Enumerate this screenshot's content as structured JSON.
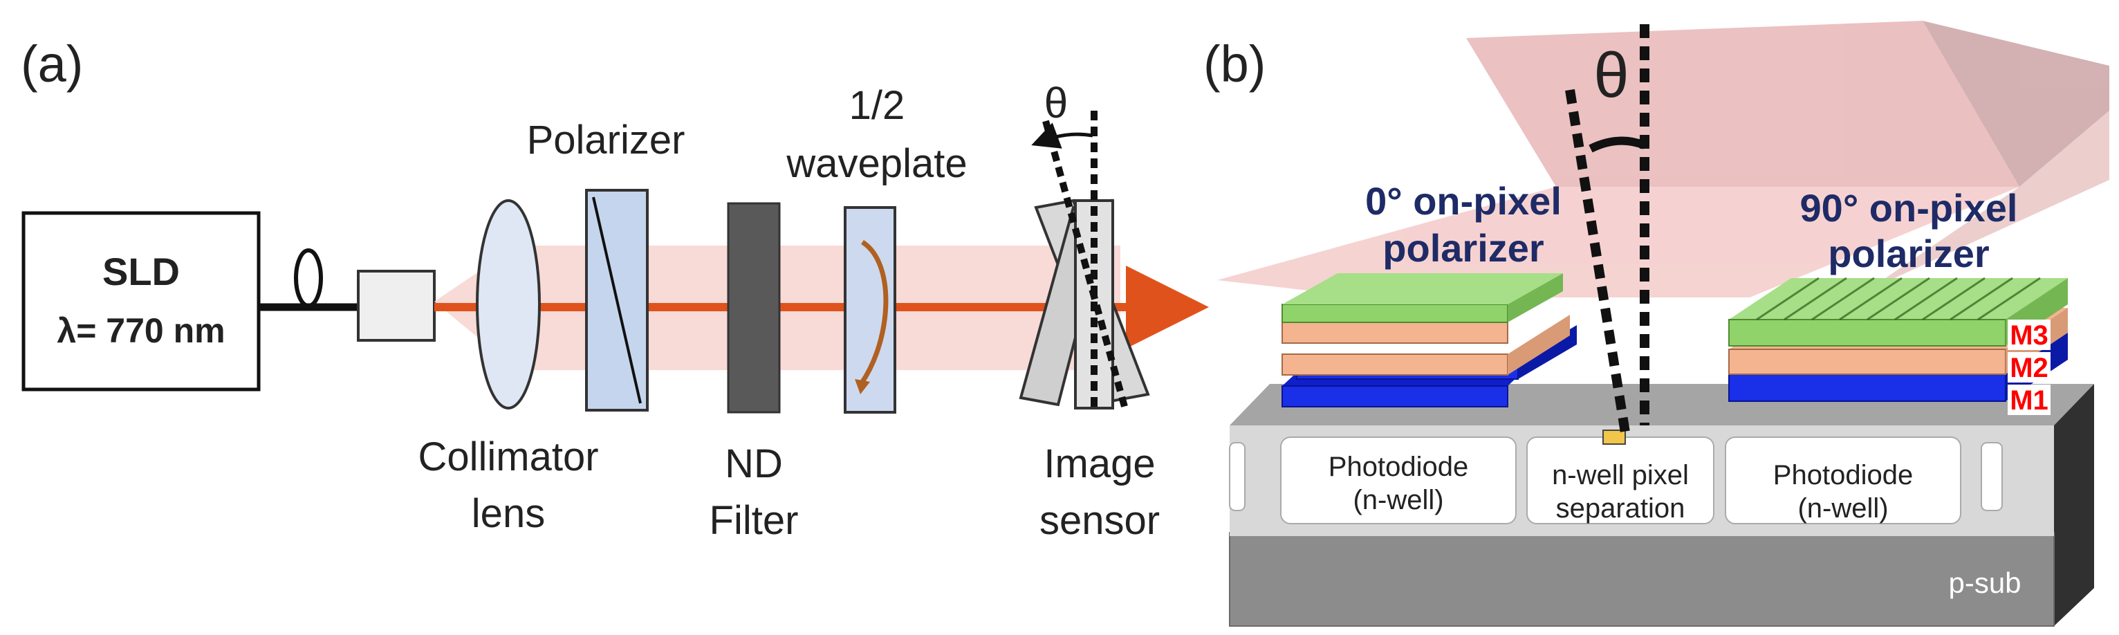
{
  "panel_a": {
    "tag": "(a)",
    "source": {
      "name": "SLD",
      "wavelength": "λ= 770 nm"
    },
    "labels": {
      "polarizer": "Polarizer",
      "waveplate_1": "1/2",
      "waveplate_2": "waveplate",
      "theta": "θ",
      "collimator_1": "Collimator",
      "collimator_2": "lens",
      "nd_1": "ND",
      "nd_2": "Filter",
      "sensor_1": "Image",
      "sensor_2": "sensor"
    }
  },
  "panel_b": {
    "tag": "(b)",
    "theta": "θ",
    "left_polarizer_1": "0°  on-pixel",
    "left_polarizer_2": "polarizer",
    "right_polarizer_1": "90°  on-pixel",
    "right_polarizer_2": "polarizer",
    "metal_layers": [
      "M3",
      "M2",
      "M1"
    ],
    "photodiode_left_1": "Photodiode",
    "photodiode_left_2": "(n-well)",
    "separation_1": "n-well pixel",
    "separation_2": "separation",
    "photodiode_right_1": "Photodiode",
    "photodiode_right_2": "(n-well)",
    "substrate": "p-sub"
  },
  "colors": {
    "beam": "#e0521c",
    "beam_halo": "#f7d6d3",
    "layer_m3": "#8fd36a",
    "layer_m2": "#f3b48f",
    "layer_m1": "#1a2fe8",
    "text_navy": "#1e2b66",
    "text_red": "#ff0000",
    "substrate": "#8c8c8c"
  }
}
